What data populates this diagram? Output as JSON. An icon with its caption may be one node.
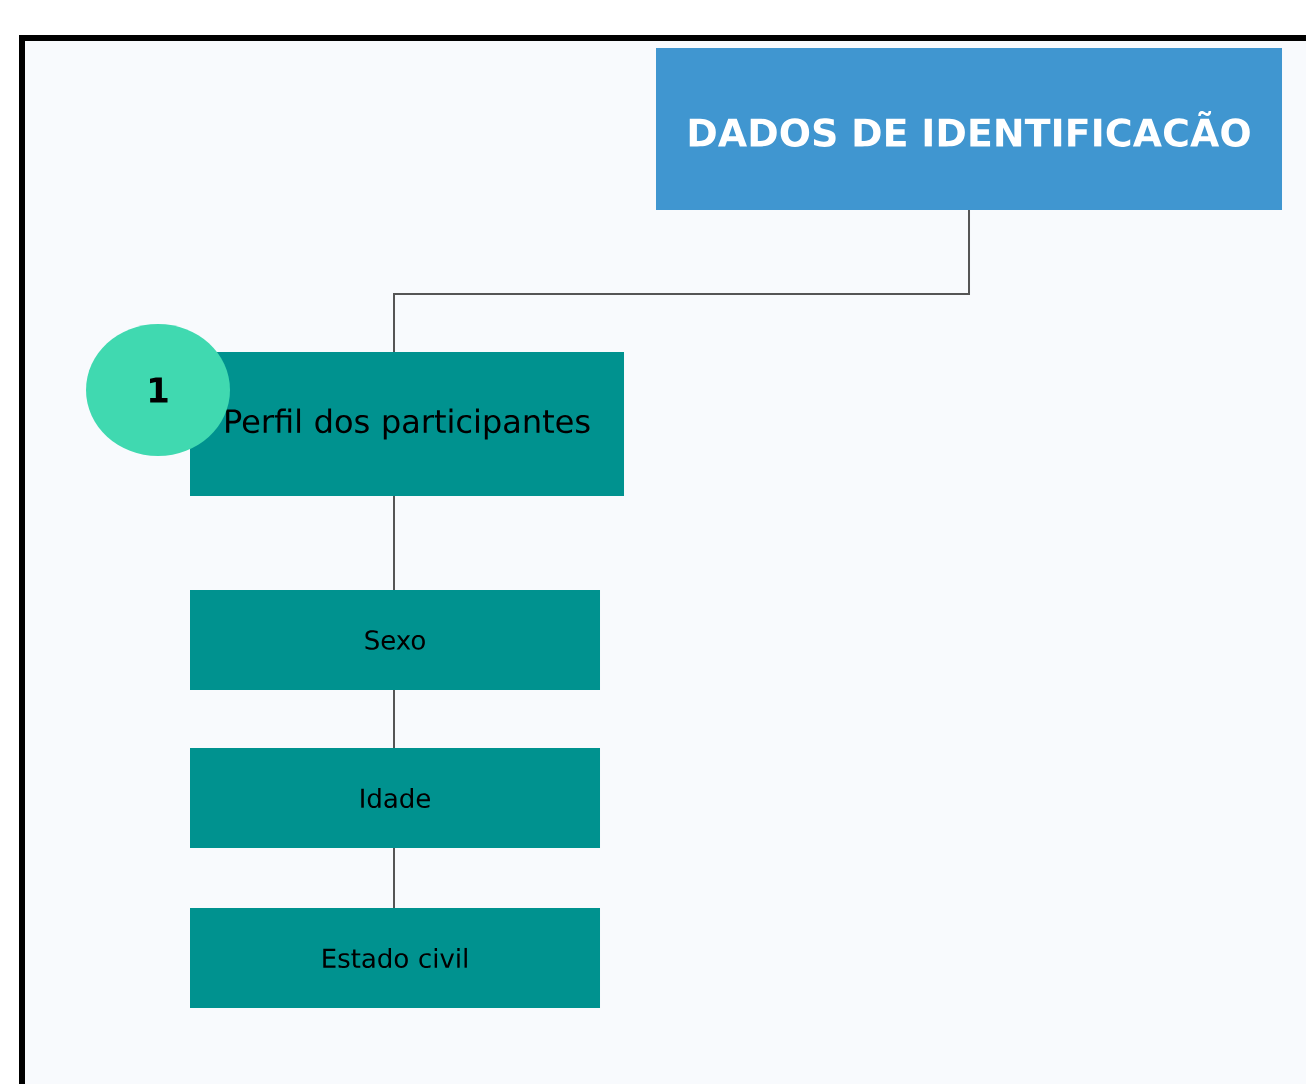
{
  "diagram": {
    "nodes": [
      {
        "text": [
          "DADOS DE IDENTIFICACÃO"
        ]
      },
      {
        "text": [
          "Perfil dos participantes"
        ]
      },
      {
        "text": [
          "1"
        ]
      },
      {
        "text": [
          "Sexo"
        ]
      },
      {
        "text": [
          "Idade"
        ]
      },
      {
        "text": [
          "Estado civil"
        ]
      }
    ],
    "edges": [
      {
        "from": 0,
        "to": 1,
        "arrow": "none"
      },
      {
        "from": 1,
        "to": 3,
        "arrow": "none"
      },
      {
        "from": 3,
        "to": 4,
        "arrow": "none"
      },
      {
        "from": 4,
        "to": 5,
        "arrow": "none"
      }
    ]
  }
}
